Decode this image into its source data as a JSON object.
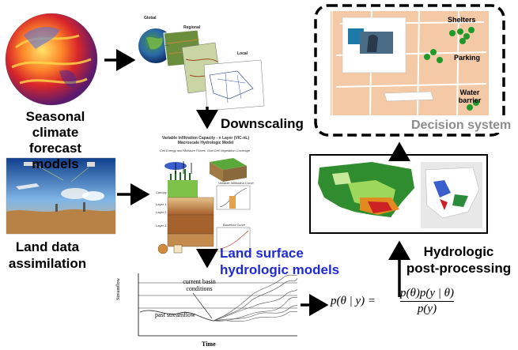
{
  "labels": {
    "seasonal_line1": "Seasonal climate",
    "seasonal_line2": "forecast models",
    "downscaling": "Downscaling",
    "land_data_line1": "Land data",
    "land_data_line2": "assimilation",
    "land_surface_line1": "Land surface",
    "land_surface_line2": "hydrologic models",
    "decision_system": "Decision system",
    "hydrologic_line1": "Hydrologic",
    "hydrologic_line2": "post-processing"
  },
  "downscaling_panels": {
    "global": "Global",
    "regional": "Regional",
    "local": "Local"
  },
  "vic_model": {
    "title_line1": "Variable Infiltration Capacity - n Layer (VIC-nL)",
    "title_line2": "Macroscale Hydrologic Model",
    "grid_cell_vegetation": "Grid Cell Vegetation Coverage",
    "cell_energy": "Cell Energy and Moisture Fluxes",
    "variable_infiltration_curve": "Variable Infiltration Curve",
    "baseflow_curve": "Baseflow Curve",
    "canopy": "Canopy",
    "layer1": "Layer 1",
    "layer2": "Layer 2",
    "layer3": "Layer 3"
  },
  "streamflow_plot": {
    "ylabel": "Streamflow",
    "xlabel": "Time",
    "annotation1_line1": "current basin",
    "annotation1_line2": "conditions",
    "annotation2": "past streamflow"
  },
  "equation": {
    "lhs": "p(θ | y) =",
    "numerator": "p(θ)p(y | θ)",
    "denominator": "p(y)"
  },
  "map_labels": {
    "shelters": "Shelters",
    "parking": "Parking",
    "water_barrier_line1": "Water",
    "water_barrier_line2": "barrier"
  },
  "colors": {
    "arrow": "#000000",
    "decision_gray": "#8c8c8c",
    "land_surface_blue": "#1f2ad6"
  }
}
